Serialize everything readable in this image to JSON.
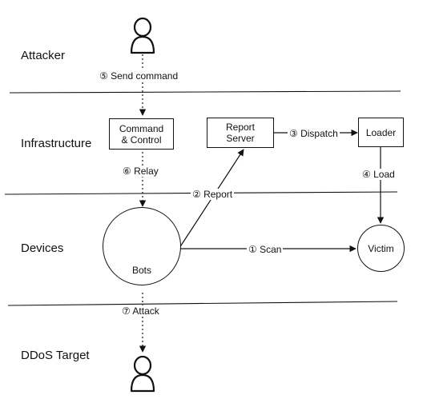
{
  "rows": {
    "attacker": "Attacker",
    "infrastructure": "Infrastructure",
    "devices": "Devices",
    "target": "DDoS Target"
  },
  "boxes": {
    "cnc": "Command\n& Control",
    "report_server": "Report\nServer",
    "loader": "Loader"
  },
  "nodes": {
    "bots": "Bots",
    "victim": "Victim"
  },
  "steps": {
    "send_command": "⑤ Send command",
    "relay": "⑥ Relay",
    "report": "② Report",
    "dispatch": "③ Dispatch",
    "load": "④ Load",
    "scan": "① Scan",
    "attack": "⑦ Attack"
  },
  "icons": [
    "attacker-person-icon",
    "router-icon",
    "modem-icon",
    "camera-icon",
    "target-person-icon"
  ]
}
